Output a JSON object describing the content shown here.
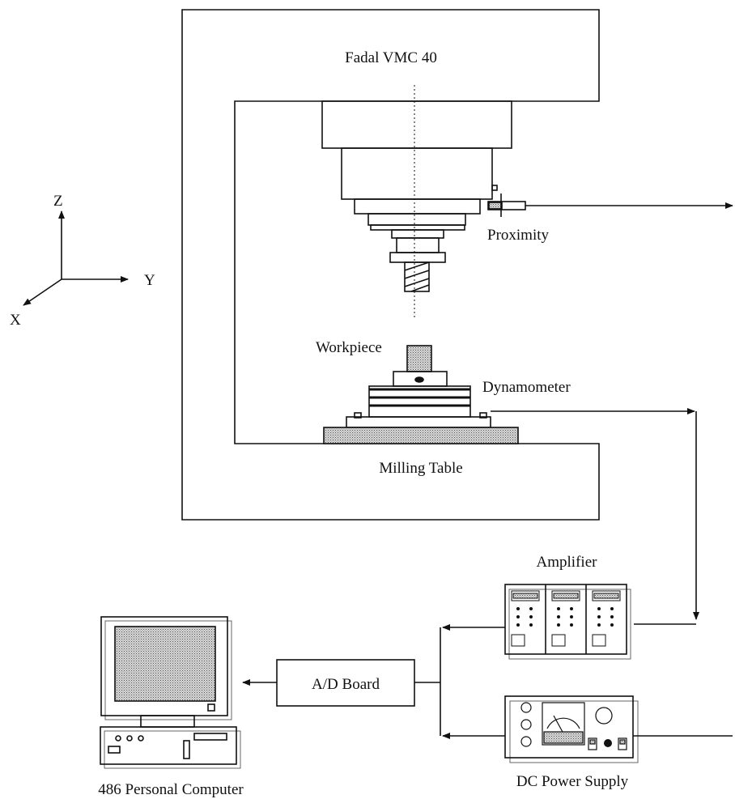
{
  "machine": {
    "title": "Fadal VMC 40"
  },
  "axes": {
    "z": "Z",
    "y": "Y",
    "x": "X"
  },
  "labels": {
    "proximity": "Proximity",
    "workpiece": "Workpiece",
    "dynamometer": "Dynamometer",
    "milling_table": "Milling Table",
    "amplifier": "Amplifier",
    "ad_board": "A/D Board",
    "dc_power_supply": "DC Power Supply",
    "computer": "486 Personal Computer"
  }
}
